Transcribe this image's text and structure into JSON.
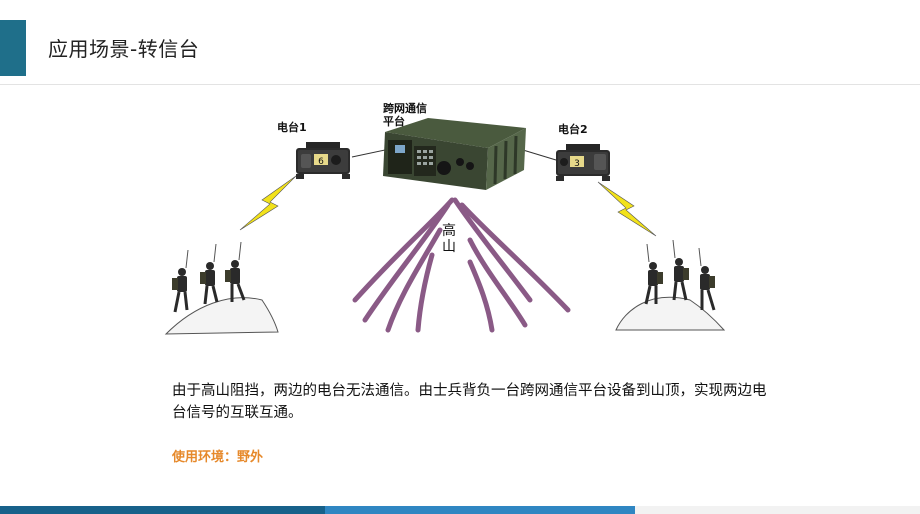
{
  "slide": {
    "title": "应用场景-转信台",
    "labels": {
      "radio1": "电台1",
      "platform_line1": "跨网通信",
      "platform_line2": "平台",
      "radio2": "电台2",
      "mountain": "高山"
    },
    "description": "由于高山阻挡，两边的电台无法通信。由士兵背负一台跨网通信平台设备到山顶，实现两边电台信号的互联互通。",
    "environment_label": "使用环境：野外",
    "radio1_display": "6",
    "radio2_display": "3"
  },
  "colors": {
    "accent": "#1f6f8a",
    "environment": "#e6892b",
    "mountain": "#8a5a86",
    "lightning": "#f2e21b",
    "bottom_dark": "#17618a",
    "bottom_mid": "#2f86c2"
  },
  "icons": [
    "radio-icon",
    "platform-device-icon",
    "lightning-icon",
    "soldier-icon",
    "mountain-icon"
  ]
}
